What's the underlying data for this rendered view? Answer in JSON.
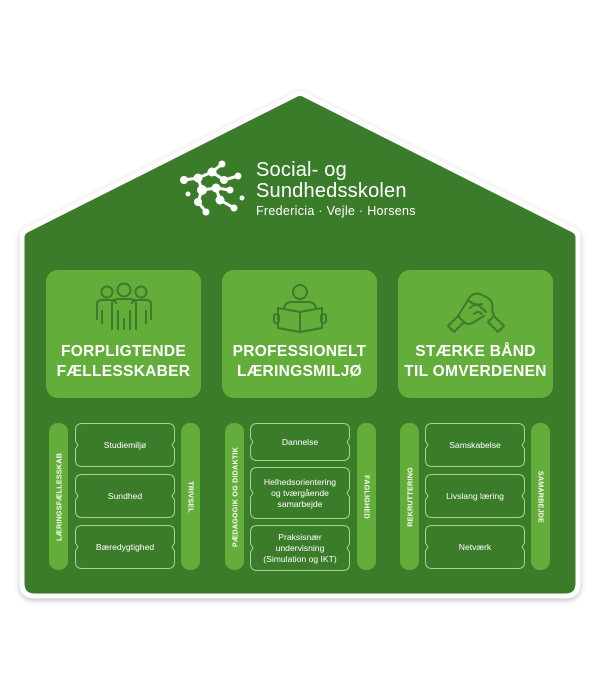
{
  "colors": {
    "house": "#3a7c2c",
    "panel": "#63ad3a",
    "outline": "#a6d58c",
    "text": "#ffffff"
  },
  "logo": {
    "name_line1": "Social- og",
    "name_line2": "Sundhedsskolen",
    "locations": "Fredericia · Vejle · Horsens",
    "icon": "molecule-network-logo"
  },
  "pillars": [
    {
      "icon": "people-group-icon",
      "title_line1": "FORPLIGTENDE",
      "title_line2": "FÆLLESSKABER"
    },
    {
      "icon": "person-reading-book-icon",
      "title_line1": "PROFESSIONELT",
      "title_line2": "LÆRINGSMILJØ"
    },
    {
      "icon": "handshake-icon",
      "title_line1": "STÆRKE BÅND",
      "title_line2": "TIL OMVERDENEN"
    }
  ],
  "columns": [
    {
      "left_bar": "LÆRINGSFÆLLESSKAB",
      "right_bar": "TRIVSEL",
      "items": [
        {
          "lines": [
            "Studiemiljø"
          ]
        },
        {
          "lines": [
            "Sundhed"
          ]
        },
        {
          "lines": [
            "Bæredygtighed"
          ]
        }
      ]
    },
    {
      "left_bar": "PÆDAGOGIK OG DIDAKTIK",
      "right_bar": "FAGLIGHED",
      "items": [
        {
          "lines": [
            "Dannelse"
          ]
        },
        {
          "lines": [
            "Helhedsorientering",
            "og tværgående",
            "samarbejde"
          ]
        },
        {
          "lines": [
            "Praksisnær",
            "undervisning",
            "(Simulation og IKT)"
          ]
        }
      ]
    },
    {
      "left_bar": "REKRUTTERING",
      "right_bar": "SAMARBEJDE",
      "items": [
        {
          "lines": [
            "Samskabelse"
          ]
        },
        {
          "lines": [
            "Livslang læring"
          ]
        },
        {
          "lines": [
            "Netværk"
          ]
        }
      ]
    }
  ]
}
